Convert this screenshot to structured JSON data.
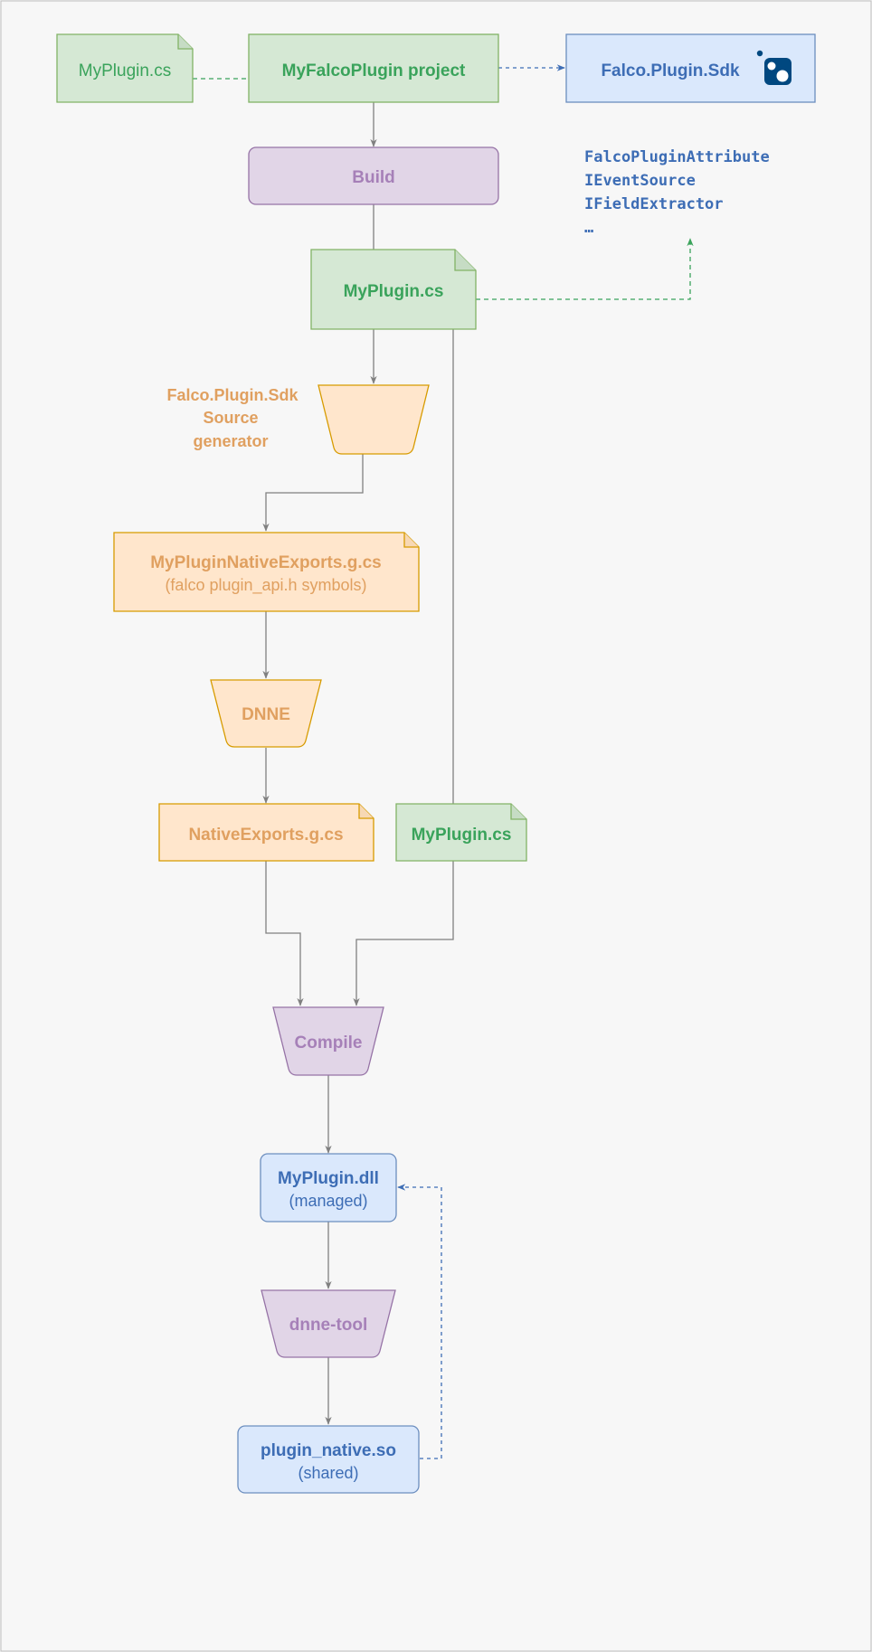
{
  "colors": {
    "background": "#f7f7f7",
    "green_fill": "#d5e8d4",
    "green_stroke": "#82b366",
    "green_text": "#3aa35b",
    "purple_fill": "#e1d5e7",
    "purple_stroke": "#9673a6",
    "purple_text": "#a680b8",
    "orange_fill": "#ffe6cc",
    "orange_stroke": "#d79b00",
    "orange_text": "#e0a060",
    "blue_fill": "#dae8fc",
    "blue_stroke": "#6c8ebf",
    "blue_text": "#3d6db5",
    "arrow": "#808080",
    "nuget_icon": "#004880"
  },
  "nodes": {
    "myplugin_cs_top": "MyPlugin.cs",
    "project": "MyFalcoPlugin project",
    "sdk": "Falco.Plugin.Sdk",
    "sdk_icon": "nuget-icon",
    "build": "Build",
    "myplugin_cs_mid": "MyPlugin.cs",
    "sdk_types": [
      "FalcoPluginAttribute",
      "IEventSource",
      "IFieldExtractor",
      "…"
    ],
    "source_generator_label": [
      "Falco.Plugin.Sdk",
      "Source",
      "generator"
    ],
    "native_exports_gen": {
      "title": "MyPluginNativeExports.g.cs",
      "subtitle": "(falco plugin_api.h symbols)"
    },
    "dnne": "DNNE",
    "native_exports": "NativeExports.g.cs",
    "myplugin_cs_low": "MyPlugin.cs",
    "compile": "Compile",
    "dll": {
      "title": "MyPlugin.dll",
      "subtitle": "(managed)"
    },
    "dnne_tool": "dnne-tool",
    "native_so": {
      "title": "plugin_native.so",
      "subtitle": "(shared)"
    }
  }
}
